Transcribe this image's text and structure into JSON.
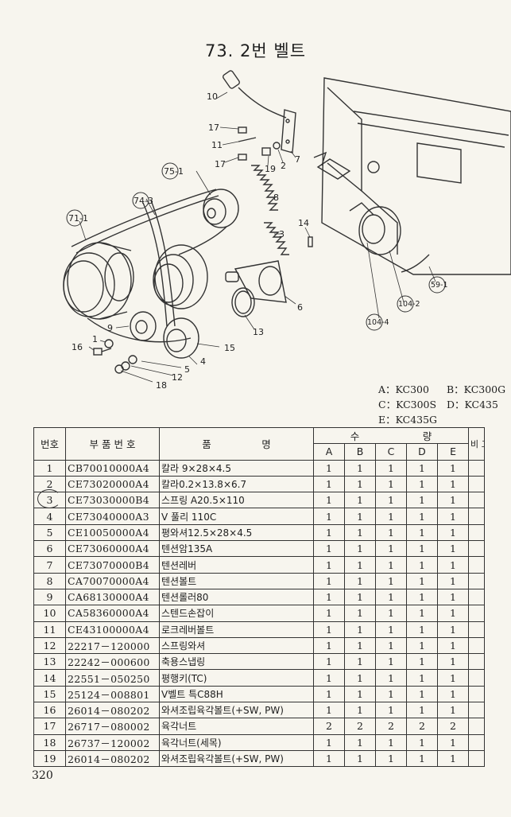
{
  "page": {
    "title": "73. 2번 벨트",
    "number": "320"
  },
  "diagram": {
    "callouts": [
      "10",
      "17",
      "11",
      "17",
      "19",
      "2",
      "7",
      "8",
      "3",
      "14",
      "75-1",
      "74-3",
      "71-1",
      "9",
      "1",
      "16",
      "5",
      "12",
      "18",
      "4",
      "15",
      "13",
      "6",
      "104-4",
      "104-2",
      "59-1"
    ]
  },
  "legend": {
    "rows": [
      [
        "A：KC300",
        "B：KC300G"
      ],
      [
        "C：KC300S",
        "D：KC435"
      ],
      [
        "E：KC435G",
        ""
      ]
    ]
  },
  "table": {
    "headers": {
      "no": "번호",
      "code": "부 품 번 호",
      "name": "품                명",
      "qty": "수                    량",
      "remark": "비 고",
      "models": [
        "A",
        "B",
        "C",
        "D",
        "E"
      ]
    },
    "rows": [
      {
        "no": "1",
        "code": "CB70010000A4",
        "name": "칼라 9×28×4.5",
        "qty": [
          "1",
          "1",
          "1",
          "1",
          "1"
        ]
      },
      {
        "no": "2",
        "code": "CE73020000A4",
        "name": "칼라0.2×13.8×6.7",
        "qty": [
          "1",
          "1",
          "1",
          "1",
          "1"
        ]
      },
      {
        "no": "3",
        "code": "CE73030000B4",
        "name": "스프링 A20.5×110",
        "qty": [
          "1",
          "1",
          "1",
          "1",
          "1"
        ]
      },
      {
        "no": "4",
        "code": "CE73040000A3",
        "name": "V 풀리 110C",
        "qty": [
          "1",
          "1",
          "1",
          "1",
          "1"
        ]
      },
      {
        "no": "5",
        "code": "CE10050000A4",
        "name": "평와셔12.5×28×4.5",
        "qty": [
          "1",
          "1",
          "1",
          "1",
          "1"
        ]
      },
      {
        "no": "6",
        "code": "CE73060000A4",
        "name": "텐션암135A",
        "qty": [
          "1",
          "1",
          "1",
          "1",
          "1"
        ]
      },
      {
        "no": "7",
        "code": "CE73070000B4",
        "name": "텐션레버",
        "qty": [
          "1",
          "1",
          "1",
          "1",
          "1"
        ]
      },
      {
        "no": "8",
        "code": "CA70070000A4",
        "name": "텐션볼트",
        "qty": [
          "1",
          "1",
          "1",
          "1",
          "1"
        ]
      },
      {
        "no": "9",
        "code": "CA68130000A4",
        "name": "텐션롤러80",
        "qty": [
          "1",
          "1",
          "1",
          "1",
          "1"
        ]
      },
      {
        "no": "10",
        "code": "CA58360000A4",
        "name": "스텐드손잡이",
        "qty": [
          "1",
          "1",
          "1",
          "1",
          "1"
        ]
      },
      {
        "no": "11",
        "code": "CE43100000A4",
        "name": "로크레버볼트",
        "qty": [
          "1",
          "1",
          "1",
          "1",
          "1"
        ]
      },
      {
        "no": "12",
        "code": "22217－120000",
        "name": "스프링와셔",
        "qty": [
          "1",
          "1",
          "1",
          "1",
          "1"
        ]
      },
      {
        "no": "13",
        "code": "22242－000600",
        "name": "축용스냅링",
        "qty": [
          "1",
          "1",
          "1",
          "1",
          "1"
        ]
      },
      {
        "no": "14",
        "code": "22551－050250",
        "name": "평행키(TC)",
        "qty": [
          "1",
          "1",
          "1",
          "1",
          "1"
        ]
      },
      {
        "no": "15",
        "code": "25124－008801",
        "name": "V벨트 특C88H",
        "qty": [
          "1",
          "1",
          "1",
          "1",
          "1"
        ]
      },
      {
        "no": "16",
        "code": "26014－080202",
        "name": "와셔조립육각볼트(+SW, PW)",
        "qty": [
          "1",
          "1",
          "1",
          "1",
          "1"
        ]
      },
      {
        "no": "17",
        "code": "26717－080002",
        "name": "육각너트",
        "qty": [
          "2",
          "2",
          "2",
          "2",
          "2"
        ]
      },
      {
        "no": "18",
        "code": "26737－120002",
        "name": "육각너트(세목)",
        "qty": [
          "1",
          "1",
          "1",
          "1",
          "1"
        ]
      },
      {
        "no": "19",
        "code": "26014－080202",
        "name": "와셔조립육각볼트(+SW, PW)",
        "qty": [
          "1",
          "1",
          "1",
          "1",
          "1"
        ]
      }
    ]
  }
}
